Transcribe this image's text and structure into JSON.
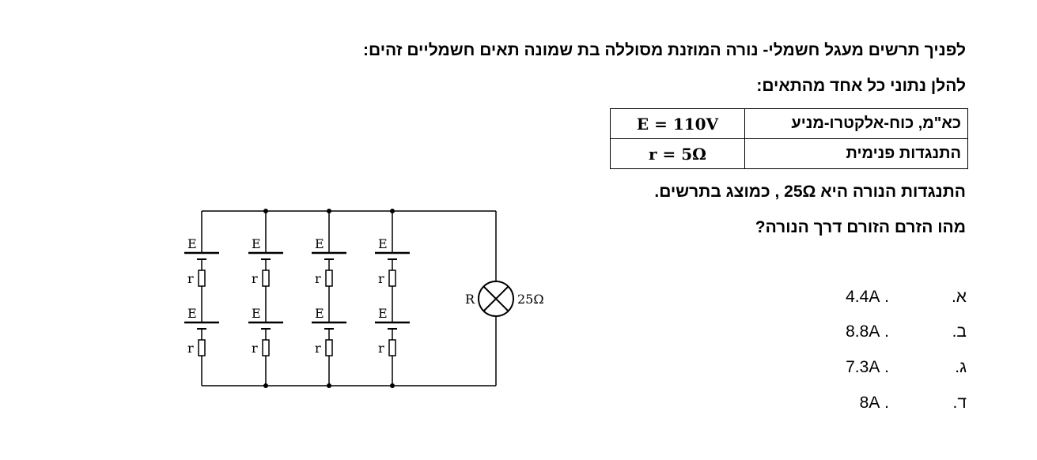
{
  "question": {
    "line1": "לפניך תרשים מעגל חשמלי- נורה המוזנת מסוללה בת שמונה תאים חשמליים זהים:",
    "line2": "להלן נתוני כל אחד מהתאים:",
    "line3": "התנגדות הנורה היא 25Ω , כמוצג בתרשים.",
    "line4": "מהו הזרם הזורם דרך הנורה?"
  },
  "params_table": [
    {
      "label": "כא\"מ, כוח-אלקטרו-מניע",
      "value": "E = 110V"
    },
    {
      "label": "התנגדות פנימית",
      "value": "r = 5Ω"
    }
  ],
  "diagram": {
    "cell_emf_label": "E",
    "cell_resistance_label": "r",
    "lamp_label": "R",
    "lamp_value": "25Ω"
  },
  "options": [
    {
      "letter": "א.",
      "text": ". 4.4A"
    },
    {
      "letter": "ב.",
      "text": ". 8.8A"
    },
    {
      "letter": "ג.",
      "text": ". 7.3A"
    },
    {
      "letter": "ד.",
      "text": ". 8A"
    }
  ]
}
